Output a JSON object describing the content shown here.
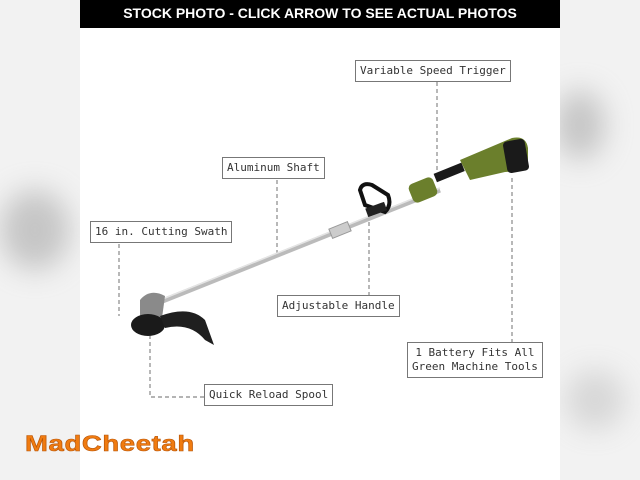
{
  "banner": {
    "text": "STOCK PHOTO - CLICK ARROW TO SEE ACTUAL PHOTOS"
  },
  "labels": {
    "trigger": "Variable Speed Trigger",
    "shaft": "Aluminum Shaft",
    "swath": "16 in. Cutting Swath",
    "handle": "Adjustable Handle",
    "battery_line1": "1 Battery Fits All",
    "battery_line2": "Green Machine Tools",
    "spool": "Quick Reload Spool"
  },
  "logo": {
    "text": "MadCheetah"
  },
  "colors": {
    "accent": "#f07b10",
    "tool_green": "#6b7f2c"
  }
}
